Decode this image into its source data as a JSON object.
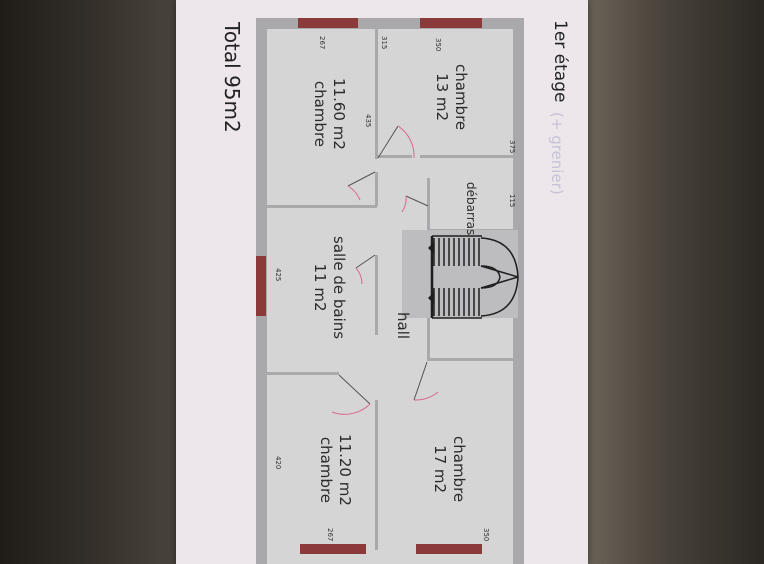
{
  "header": {
    "floor_label": "1er étage",
    "faded_label": "(+ grenier)",
    "total_label": "Total 95m2"
  },
  "rooms": {
    "bedroom_top": {
      "name": "chambre",
      "area": "13 m2"
    },
    "bedroom_topleft": {
      "area": "11.60 m2",
      "name": "chambre"
    },
    "storage": {
      "name": "débarras"
    },
    "bathroom": {
      "name": "salle de bains",
      "area": "11 m2"
    },
    "hall": {
      "name": "hall"
    },
    "bedroom_bottom": {
      "name": "chambre",
      "area": "17 m2"
    },
    "bedroom_bottomleft": {
      "area": "11.20 m2",
      "name": "chambre"
    }
  },
  "dimensions": {
    "d267_top": "267",
    "d315": "315",
    "d350_top": "350",
    "d435": "435",
    "d375": "375",
    "d115": "115",
    "d425": "425",
    "d420": "420",
    "d267_bottom": "267",
    "d350_bottom": "350"
  },
  "colors": {
    "wall": "#a9a8aa",
    "floor": "#d6d5d6",
    "window": "#8b3a3a",
    "door_arc": "#d86a8a",
    "paper": "#ede6ea"
  }
}
